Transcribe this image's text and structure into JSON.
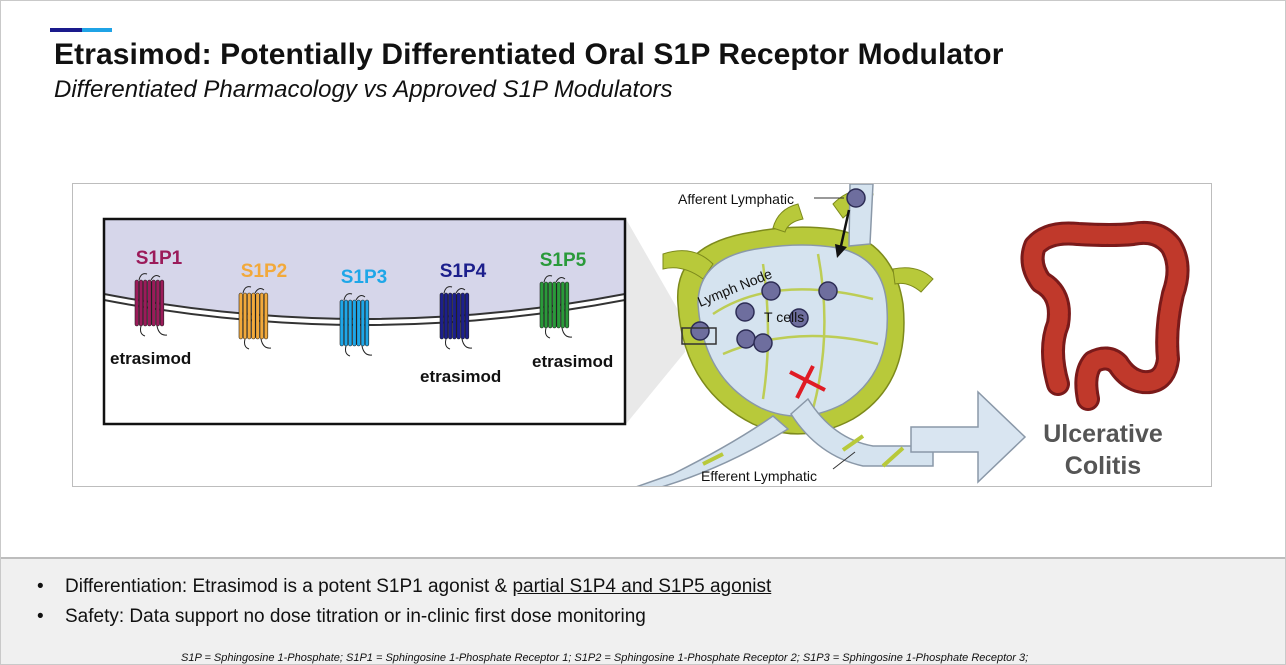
{
  "header": {
    "title": "Etrasimod: Potentially Differentiated Oral S1P Receptor Modulator",
    "subtitle": "Differentiated Pharmacology vs Approved S1P Modulators"
  },
  "diagram": {
    "receptors": [
      {
        "label": "S1P1",
        "color": "#9b1b5a"
      },
      {
        "label": "S1P2",
        "color": "#f2a93b"
      },
      {
        "label": "S1P3",
        "color": "#1ea7e8"
      },
      {
        "label": "S1P4",
        "color": "#1c1f8c"
      },
      {
        "label": "S1P5",
        "color": "#2a9a3a"
      }
    ],
    "drug_labels": [
      "etrasimod",
      "etrasimod",
      "etrasimod"
    ],
    "lymph": {
      "afferent": "Afferent Lymphatic",
      "node": "Lymph Node",
      "tcells": "T cells",
      "efferent": "Efferent Lymphatic"
    },
    "disease": {
      "line1": "Ulcerative",
      "line2": "Colitis"
    }
  },
  "bullets": [
    {
      "prefix": "Differentiation: Etrasimod is a potent S1P1 agonist & ",
      "underlined": "partial S1P4 and S1P5 agonist"
    },
    {
      "prefix": "Safety: Data support no dose titration or in-clinic first dose monitoring",
      "underlined": ""
    }
  ],
  "bullet_symbol": "•",
  "footnote": "S1P = Sphingosine 1-Phosphate; S1P1 = Sphingosine 1-Phosphate Receptor 1; S1P2 = Sphingosine 1-Phosphate Receptor 2; S1P3 = Sphingosine 1-Phosphate Receptor 3;"
}
